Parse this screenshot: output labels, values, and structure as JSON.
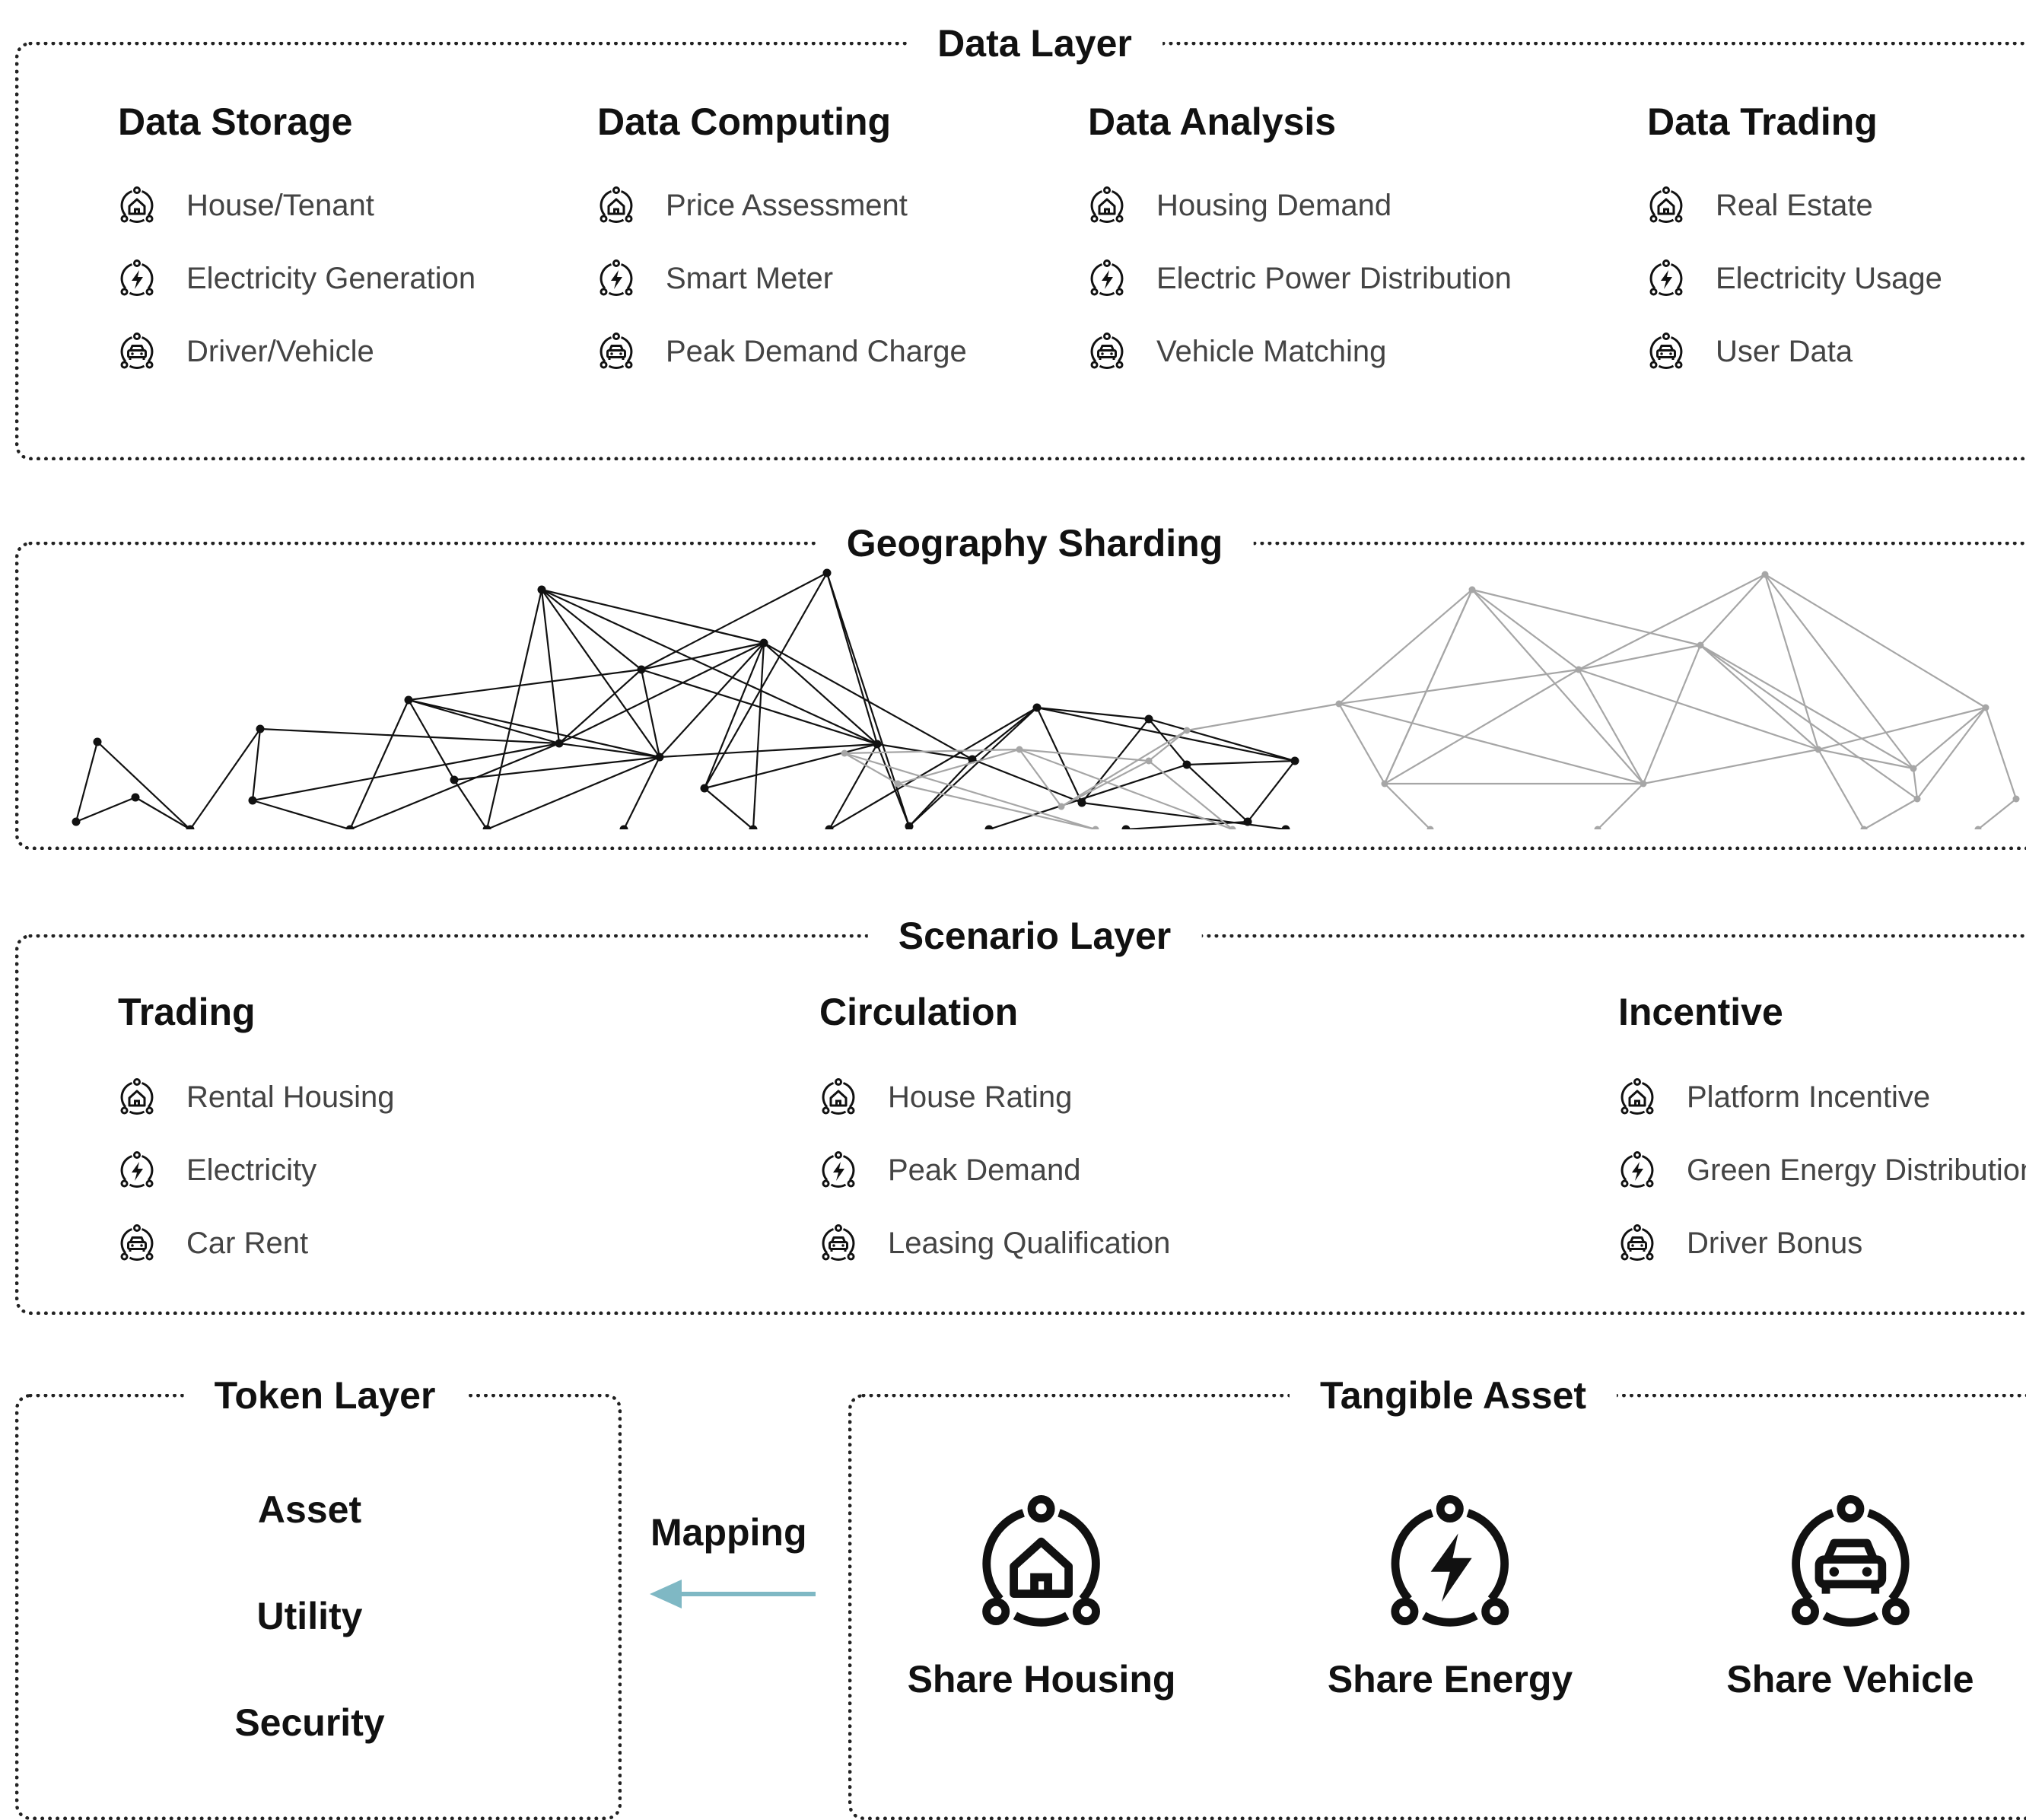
{
  "data_layer": {
    "title": "Data Layer",
    "columns": [
      {
        "heading": "Data Storage",
        "items": [
          {
            "icon": "house-icon",
            "label": "House/Tenant"
          },
          {
            "icon": "bolt-icon",
            "label": "Electricity Generation"
          },
          {
            "icon": "car-icon",
            "label": "Driver/Vehicle"
          }
        ]
      },
      {
        "heading": "Data Computing",
        "items": [
          {
            "icon": "house-icon",
            "label": "Price Assessment"
          },
          {
            "icon": "bolt-icon",
            "label": "Smart Meter"
          },
          {
            "icon": "car-icon",
            "label": "Peak Demand Charge"
          }
        ]
      },
      {
        "heading": "Data Analysis",
        "items": [
          {
            "icon": "house-icon",
            "label": "Housing Demand"
          },
          {
            "icon": "bolt-icon",
            "label": "Electric Power Distribution"
          },
          {
            "icon": "car-icon",
            "label": "Vehicle Matching"
          }
        ]
      },
      {
        "heading": "Data Trading",
        "items": [
          {
            "icon": "house-icon",
            "label": "Real Estate"
          },
          {
            "icon": "bolt-icon",
            "label": "Electricity Usage"
          },
          {
            "icon": "car-icon",
            "label": "User Data"
          }
        ]
      }
    ]
  },
  "geography": {
    "title": "Geography Sharding"
  },
  "scenario_layer": {
    "title": "Scenario Layer",
    "columns": [
      {
        "heading": "Trading",
        "items": [
          {
            "icon": "house-icon",
            "label": "Rental Housing"
          },
          {
            "icon": "bolt-icon",
            "label": "Electricity"
          },
          {
            "icon": "car-icon",
            "label": "Car Rent"
          }
        ]
      },
      {
        "heading": "Circulation",
        "items": [
          {
            "icon": "house-icon",
            "label": "House Rating"
          },
          {
            "icon": "bolt-icon",
            "label": "Peak Demand"
          },
          {
            "icon": "car-icon",
            "label": "Leasing Qualification"
          }
        ]
      },
      {
        "heading": "Incentive",
        "items": [
          {
            "icon": "house-icon",
            "label": "Platform Incentive"
          },
          {
            "icon": "bolt-icon",
            "label": "Green Energy Distribution"
          },
          {
            "icon": "car-icon",
            "label": "Driver Bonus"
          }
        ]
      }
    ]
  },
  "token_layer": {
    "title": "Token Layer",
    "items": [
      "Asset",
      "Utility",
      "Security"
    ]
  },
  "mapping": {
    "label": "Mapping",
    "arrow_color": "#7fb8c4"
  },
  "tangible_asset": {
    "title": "Tangible Asset",
    "items": [
      {
        "icon": "house-icon",
        "label": "Share Housing"
      },
      {
        "icon": "bolt-icon",
        "label": "Share Energy"
      },
      {
        "icon": "car-icon",
        "label": "Share Vehicle"
      }
    ]
  }
}
